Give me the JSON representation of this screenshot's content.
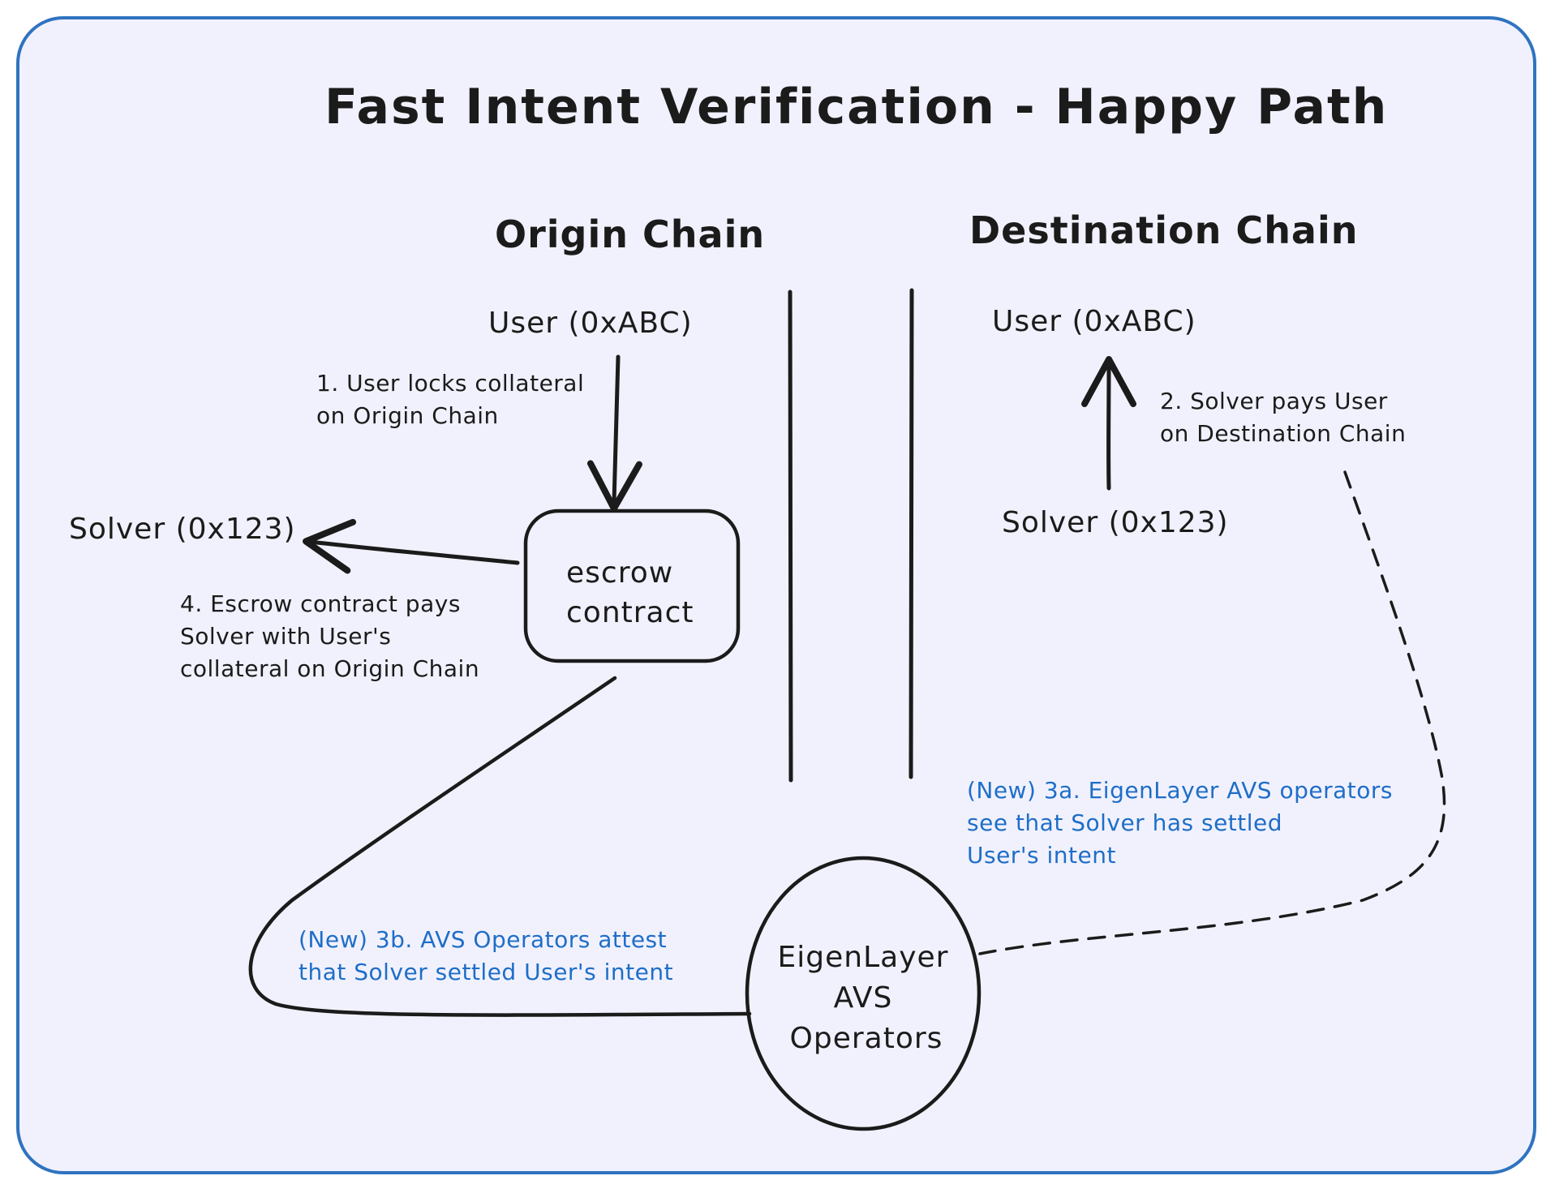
{
  "title": "Fast Intent Verification - Happy Path",
  "columns": {
    "origin": "Origin Chain",
    "destination": "Destination Chain"
  },
  "origin": {
    "user": "User (0xABC)",
    "solver": "Solver (0x123)",
    "escrow": [
      "escrow",
      "contract"
    ],
    "step1": [
      "1. User locks collateral",
      "on Origin Chain"
    ],
    "step4": [
      "4. Escrow contract pays",
      "Solver with User's",
      "collateral on Origin Chain"
    ]
  },
  "destination": {
    "user": "User (0xABC)",
    "solver": "Solver (0x123)",
    "step2": [
      "2. Solver pays User",
      "on Destination Chain"
    ]
  },
  "avs": {
    "label": [
      "EigenLayer",
      "AVS",
      "Operators"
    ],
    "step3a": [
      "(New) 3a. EigenLayer AVS operators",
      "see that Solver has settled",
      "User's intent"
    ],
    "step3b": [
      "(New) 3b. AVS Operators attest",
      "that Solver settled User's intent"
    ]
  },
  "colors": {
    "border": "#2f73c0",
    "background": "#f1f1fd",
    "ink": "#1b1b1b",
    "annotation_blue": "#1e6ec8"
  }
}
